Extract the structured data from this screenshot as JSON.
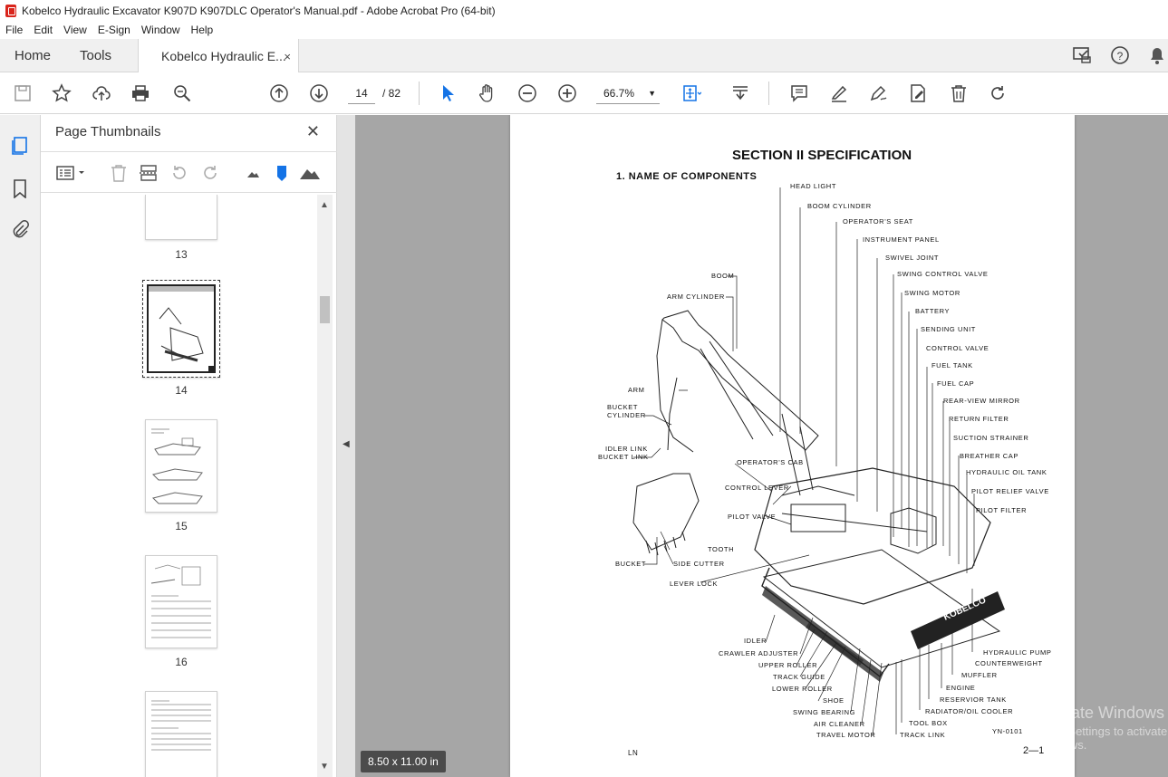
{
  "window": {
    "title": "Kobelco Hydraulic Excavator K907D K907DLC Operator's Manual.pdf - Adobe Acrobat Pro (64-bit)"
  },
  "menu": [
    "File",
    "Edit",
    "View",
    "E-Sign",
    "Window",
    "Help"
  ],
  "tabs": {
    "home": "Home",
    "tools": "Tools",
    "doc": "Kobelco Hydraulic E...",
    "close": "×"
  },
  "toolbar": {
    "page_current": "14",
    "page_total": "/ 82",
    "zoom": "66.7%"
  },
  "panel": {
    "title": "Page Thumbnails",
    "close": "✕"
  },
  "thumbnails": [
    {
      "label": "13"
    },
    {
      "label": "14"
    },
    {
      "label": "15"
    },
    {
      "label": "16"
    }
  ],
  "page_size": "8.50 x 11.00 in",
  "watermark": {
    "line1": "Activate Windows",
    "line2": "Go to Settings to activate Windows."
  },
  "document": {
    "section_title": "SECTION II   SPECIFICATION",
    "heading": "1.   NAME  OF  COMPONENTS",
    "labels_left": [
      "BOOM",
      "ARM CYLINDER",
      "ARM",
      "BUCKET",
      "CYLINDER",
      "IDLER LINK",
      "BUCKET LINK",
      "OPERATOR'S CAB",
      "CONTROL LEVER",
      "PILOT VALVE",
      "TOOTH",
      "SIDE CUTTER",
      "BUCKET",
      "LEVER LOCK"
    ],
    "labels_top": [
      "HEAD LIGHT",
      "BOOM CYLINDER",
      "OPERATOR'S SEAT",
      "INSTRUMENT PANEL",
      "SWIVEL JOINT",
      "SWING CONTROL VALVE",
      "SWING MOTOR",
      "BATTERY",
      "SENDING UNIT",
      "CONTROL VALVE",
      "FUEL TANK",
      "FUEL CAP",
      "REAR-VIEW MIRROR",
      "RETURN FILTER",
      "SUCTION STRAINER",
      "BREATHER CAP",
      "HYDRAULIC OIL TANK",
      "PILOT RELIEF VALVE",
      "PILOT FILTER"
    ],
    "labels_bottom_left": [
      "IDLER",
      "CRAWLER ADJUSTER",
      "UPPER ROLLER",
      "TRACK GUIDE",
      "LOWER ROLLER",
      "SHOE",
      "SWING BEARING",
      "AIR CLEANER",
      "TRAVEL MOTOR"
    ],
    "labels_bottom_right": [
      "HYDRAULIC PUMP",
      "COUNTERWEIGHT",
      "MUFFLER",
      "ENGINE",
      "RESERVIOR TANK",
      "RADIATOR/OIL COOLER",
      "TOOL BOX",
      "TRACK LINK"
    ],
    "brand": "KOBELCO",
    "figure_id": "YN-0101",
    "footer_left": "LN",
    "page_number": "2—1"
  }
}
